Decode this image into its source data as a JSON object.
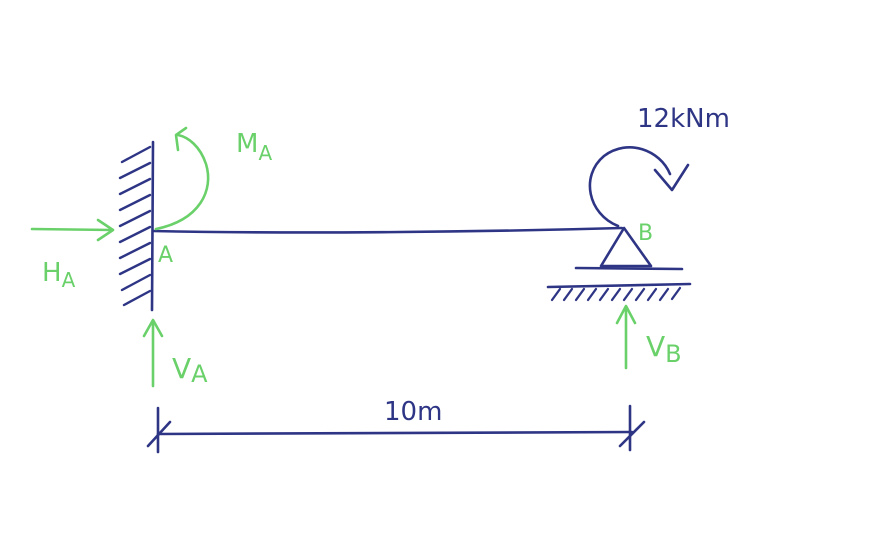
{
  "colors": {
    "structure": "#2e3585",
    "reaction": "#6ad16a",
    "background": "#ffffff"
  },
  "diagram": {
    "node_a": {
      "label": "A"
    },
    "node_b": {
      "label": "B"
    },
    "reactions": {
      "ha": {
        "main": "H",
        "sub": "A"
      },
      "va": {
        "main": "V",
        "sub": "A"
      },
      "ma": {
        "main": "M",
        "sub": "A"
      },
      "vb": {
        "main": "V",
        "sub": "B"
      }
    },
    "applied_moment": {
      "label": "12kNm"
    },
    "span": {
      "label": "10m"
    }
  }
}
